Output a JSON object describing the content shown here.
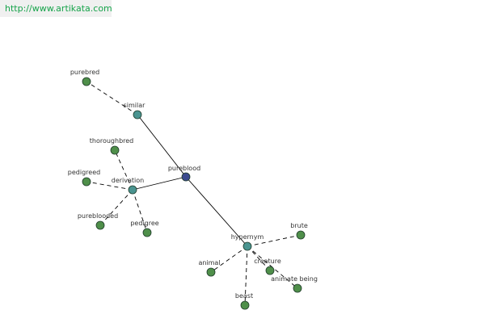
{
  "header": {
    "url_text": "http://www.artikata.com"
  },
  "colors": {
    "url_text": "#16a34a",
    "url_bg": "#f0f0f0",
    "edge": "#000000",
    "label": "#333333",
    "center_node": "#3b4a8f",
    "relation_node": "#4a9490",
    "leaf_node": "#4f8f4a",
    "node_stroke": "#1f3b2a"
  },
  "graph": {
    "nodes": [
      {
        "id": "pureblood",
        "label": "pureblood",
        "kind": "center"
      },
      {
        "id": "similar",
        "label": "similar",
        "kind": "relation"
      },
      {
        "id": "derivation",
        "label": "derivation",
        "kind": "relation"
      },
      {
        "id": "hypernym",
        "label": "hypernym",
        "kind": "relation"
      },
      {
        "id": "purebred",
        "label": "purebred",
        "kind": "leaf"
      },
      {
        "id": "thoroughbred",
        "label": "thoroughbred",
        "kind": "leaf"
      },
      {
        "id": "pedigreed",
        "label": "pedigreed",
        "kind": "leaf"
      },
      {
        "id": "pureblooded",
        "label": "pureblooded",
        "kind": "leaf"
      },
      {
        "id": "pedigree",
        "label": "pedigree",
        "kind": "leaf"
      },
      {
        "id": "brute",
        "label": "brute",
        "kind": "leaf"
      },
      {
        "id": "animal",
        "label": "animal",
        "kind": "leaf"
      },
      {
        "id": "creature",
        "label": "creature",
        "kind": "leaf"
      },
      {
        "id": "animate-being",
        "label": "animate being",
        "kind": "leaf"
      },
      {
        "id": "beast",
        "label": "beast",
        "kind": "leaf"
      }
    ],
    "edges": [
      {
        "from": "pureblood",
        "to": "similar",
        "style": "solid"
      },
      {
        "from": "pureblood",
        "to": "derivation",
        "style": "solid"
      },
      {
        "from": "pureblood",
        "to": "hypernym",
        "style": "solid"
      },
      {
        "from": "similar",
        "to": "purebred",
        "style": "dashed"
      },
      {
        "from": "derivation",
        "to": "thoroughbred",
        "style": "dashed"
      },
      {
        "from": "derivation",
        "to": "pedigreed",
        "style": "dashed"
      },
      {
        "from": "derivation",
        "to": "pureblooded",
        "style": "dashed"
      },
      {
        "from": "derivation",
        "to": "pedigree",
        "style": "dashed"
      },
      {
        "from": "hypernym",
        "to": "brute",
        "style": "dashed"
      },
      {
        "from": "hypernym",
        "to": "animal",
        "style": "dashed"
      },
      {
        "from": "hypernym",
        "to": "creature",
        "style": "dashed"
      },
      {
        "from": "hypernym",
        "to": "animate-being",
        "style": "dashed"
      },
      {
        "from": "hypernym",
        "to": "beast",
        "style": "dashed"
      }
    ]
  }
}
